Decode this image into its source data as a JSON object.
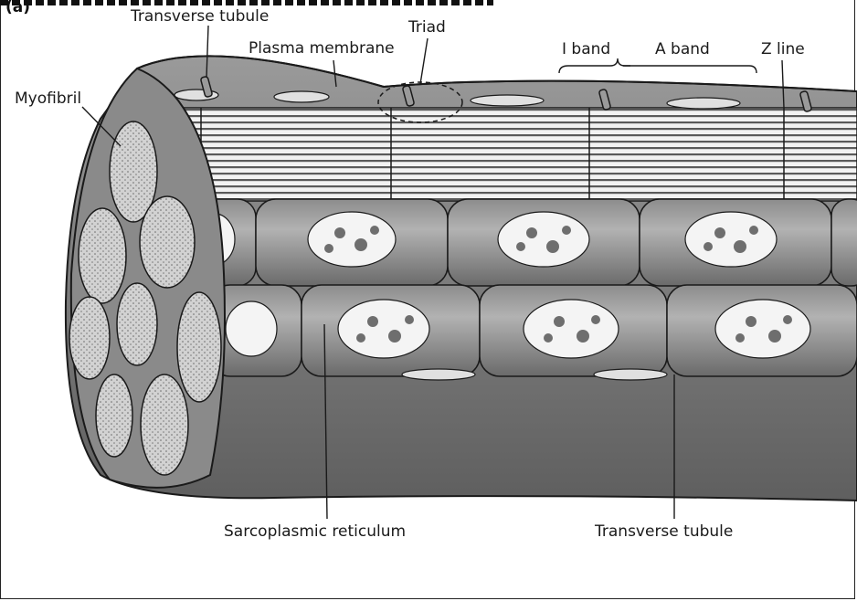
{
  "panel": {
    "letter": "(a)"
  },
  "labels": {
    "transverse_tubule_top": "Transverse tubule",
    "plasma_membrane": "Plasma membrane",
    "triad": "Triad",
    "i_band": "I band",
    "a_band": "A band",
    "z_line": "Z line",
    "myofibril": "Myofibril",
    "sarcoplasmic_reticulum": "Sarcoplasmic reticulum",
    "transverse_tubule_bottom": "Transverse tubule"
  },
  "colors": {
    "fiber_dark": "#6b6b6b",
    "fiber_mid": "#8a8a8a",
    "fiber_light": "#b4b4b4",
    "myofibril_fill": "#d8d8d8",
    "line": "#1a1a1a"
  }
}
